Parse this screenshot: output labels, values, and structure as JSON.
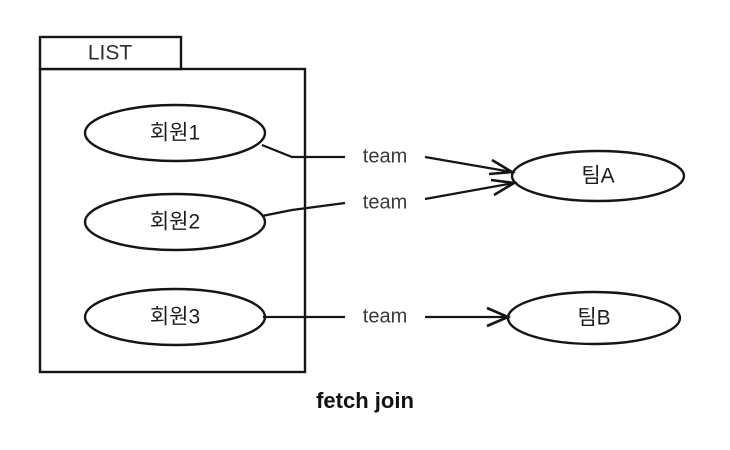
{
  "diagram": {
    "caption": "fetch join",
    "package": {
      "title": "LIST"
    },
    "left_nodes": [
      {
        "label": "회원1"
      },
      {
        "label": "회원2"
      },
      {
        "label": "회원3"
      }
    ],
    "right_nodes": [
      {
        "label": "팀A"
      },
      {
        "label": "팀B"
      }
    ],
    "edges": [
      {
        "label": "team",
        "from": "회원1",
        "to": "팀A"
      },
      {
        "label": "team",
        "from": "회원2",
        "to": "팀A"
      },
      {
        "label": "team",
        "from": "회원3",
        "to": "팀B"
      }
    ],
    "colors": {
      "background": "#ffffff",
      "stroke": "#151515",
      "text": "#1d1d1d"
    }
  }
}
